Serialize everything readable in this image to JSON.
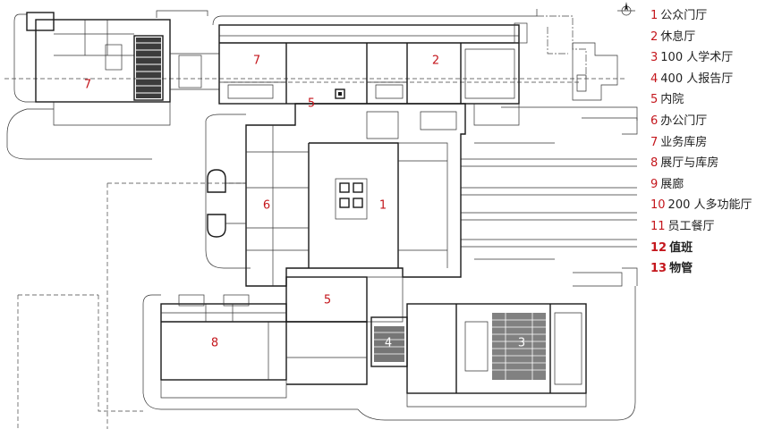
{
  "legend": [
    {
      "num": "1",
      "label": "公众门厅",
      "bold": false
    },
    {
      "num": "2",
      "label": "休息厅",
      "bold": false
    },
    {
      "num": "3",
      "label": "100 人学术厅",
      "bold": false
    },
    {
      "num": "4",
      "label": "400 人报告厅",
      "bold": false
    },
    {
      "num": "5",
      "label": "内院",
      "bold": false
    },
    {
      "num": "6",
      "label": "办公门厅",
      "bold": false
    },
    {
      "num": "7",
      "label": "业务库房",
      "bold": false
    },
    {
      "num": "8",
      "label": "展厅与库房",
      "bold": false
    },
    {
      "num": "9",
      "label": "展廊",
      "bold": false
    },
    {
      "num": "10",
      "label": "200 人多功能厅",
      "bold": false
    },
    {
      "num": "11",
      "label": "员工餐厅",
      "bold": false
    },
    {
      "num": "12",
      "label": "值班",
      "bold": true
    },
    {
      "num": "13",
      "label": "物管",
      "bold": true
    }
  ],
  "rooms": [
    {
      "id": "room-7-west",
      "label": "7"
    },
    {
      "id": "room-7-north",
      "label": "7"
    },
    {
      "id": "room-2",
      "label": "2"
    },
    {
      "id": "room-5-north",
      "label": "5"
    },
    {
      "id": "room-1",
      "label": "1"
    },
    {
      "id": "room-6",
      "label": "6"
    },
    {
      "id": "room-5-south",
      "label": "5"
    },
    {
      "id": "room-8",
      "label": "8"
    },
    {
      "id": "room-3",
      "label": "3"
    },
    {
      "id": "room-4",
      "label": "4"
    }
  ],
  "colors": {
    "label_red": "#c4161c",
    "line": "#1a1a1a"
  }
}
